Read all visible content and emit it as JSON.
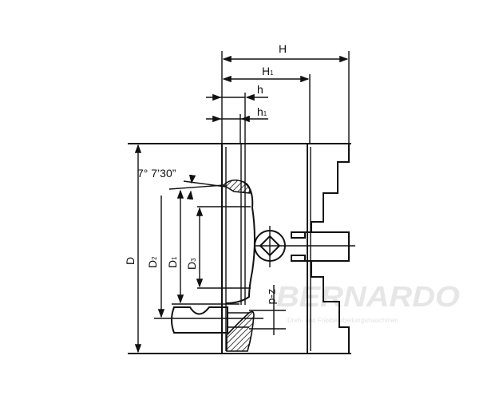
{
  "drawing": {
    "dimensions": {
      "H": {
        "main": "H",
        "sub": ""
      },
      "H1": {
        "main": "H",
        "sub": "1"
      },
      "h": {
        "main": "h",
        "sub": ""
      },
      "h1": {
        "main": "h",
        "sub": "1"
      },
      "D": {
        "main": "D",
        "sub": ""
      },
      "D2": {
        "main": "D",
        "sub": "2"
      },
      "D1": {
        "main": "D",
        "sub": "1"
      },
      "D3": {
        "main": "D",
        "sub": "3"
      },
      "zd": "z-d",
      "angle": "7° 7’30”"
    },
    "watermark": {
      "logo": "BERNARDO",
      "tagline": "Dreh- und Fräsbearbeitungsmaschinen"
    },
    "line_color": "#111111"
  }
}
